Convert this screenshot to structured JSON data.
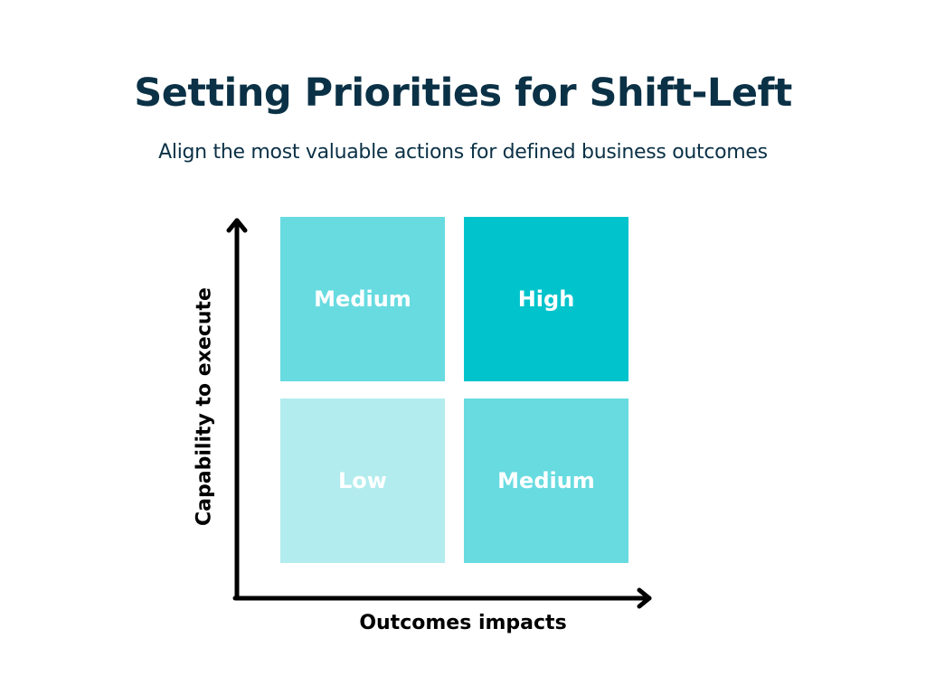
{
  "header": {
    "title": "Setting Priorities for Shift-Left",
    "subtitle": "Align the most valuable actions for defined business outcomes"
  },
  "matrix": {
    "y_axis_label": "Capability to execute",
    "x_axis_label": "Outcomes impacts",
    "quadrants": [
      {
        "position": "top-left",
        "label": "Medium",
        "color": "#67dbe0"
      },
      {
        "position": "top-right",
        "label": "High",
        "color": "#00c3cb"
      },
      {
        "position": "bottom-left",
        "label": "Low",
        "color": "#b2ecee"
      },
      {
        "position": "bottom-right",
        "label": "Medium",
        "color": "#67dbe0"
      }
    ]
  }
}
